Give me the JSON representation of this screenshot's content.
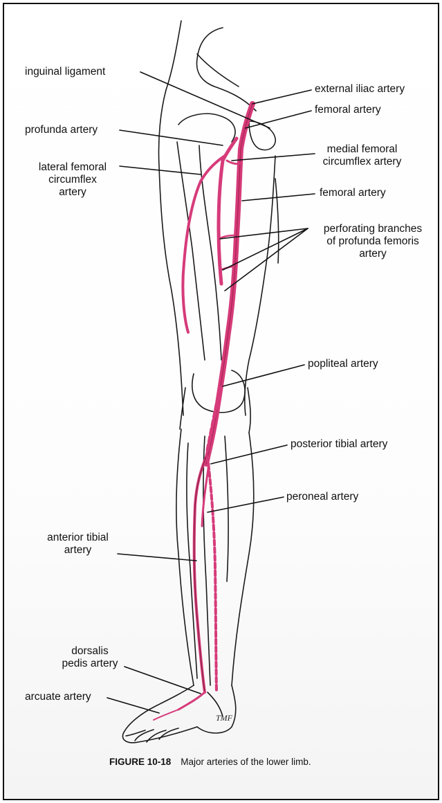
{
  "labels": {
    "inguinal_ligament": "inguinal ligament",
    "external_iliac_artery": "external iliac artery",
    "femoral_artery_upper": "femoral artery",
    "profunda_artery": "profunda artery",
    "medial_femoral_circumflex_artery": "medial femoral\ncircumflex artery",
    "lateral_femoral_circumflex_artery": "lateral femoral\ncircumflex\nartery",
    "femoral_artery_mid": "femoral artery",
    "perforating_branches": "perforating branches\nof profunda femoris\nartery",
    "popliteal_artery": "popliteal artery",
    "posterior_tibial_artery": "posterior tibial artery",
    "peroneal_artery": "peroneal artery",
    "anterior_tibial_artery": "anterior tibial\nartery",
    "dorsalis_pedis_artery": "dorsalis\npedis artery",
    "arcuate_artery": "arcuate artery"
  },
  "caption": {
    "number": "FIGURE 10-18",
    "text": "Major arteries of the lower limb."
  },
  "signature": "TMF",
  "colors": {
    "artery": "#d63b7a",
    "artery_dark": "#a8254f",
    "outline": "#1a1a1a",
    "leader": "#111111"
  }
}
